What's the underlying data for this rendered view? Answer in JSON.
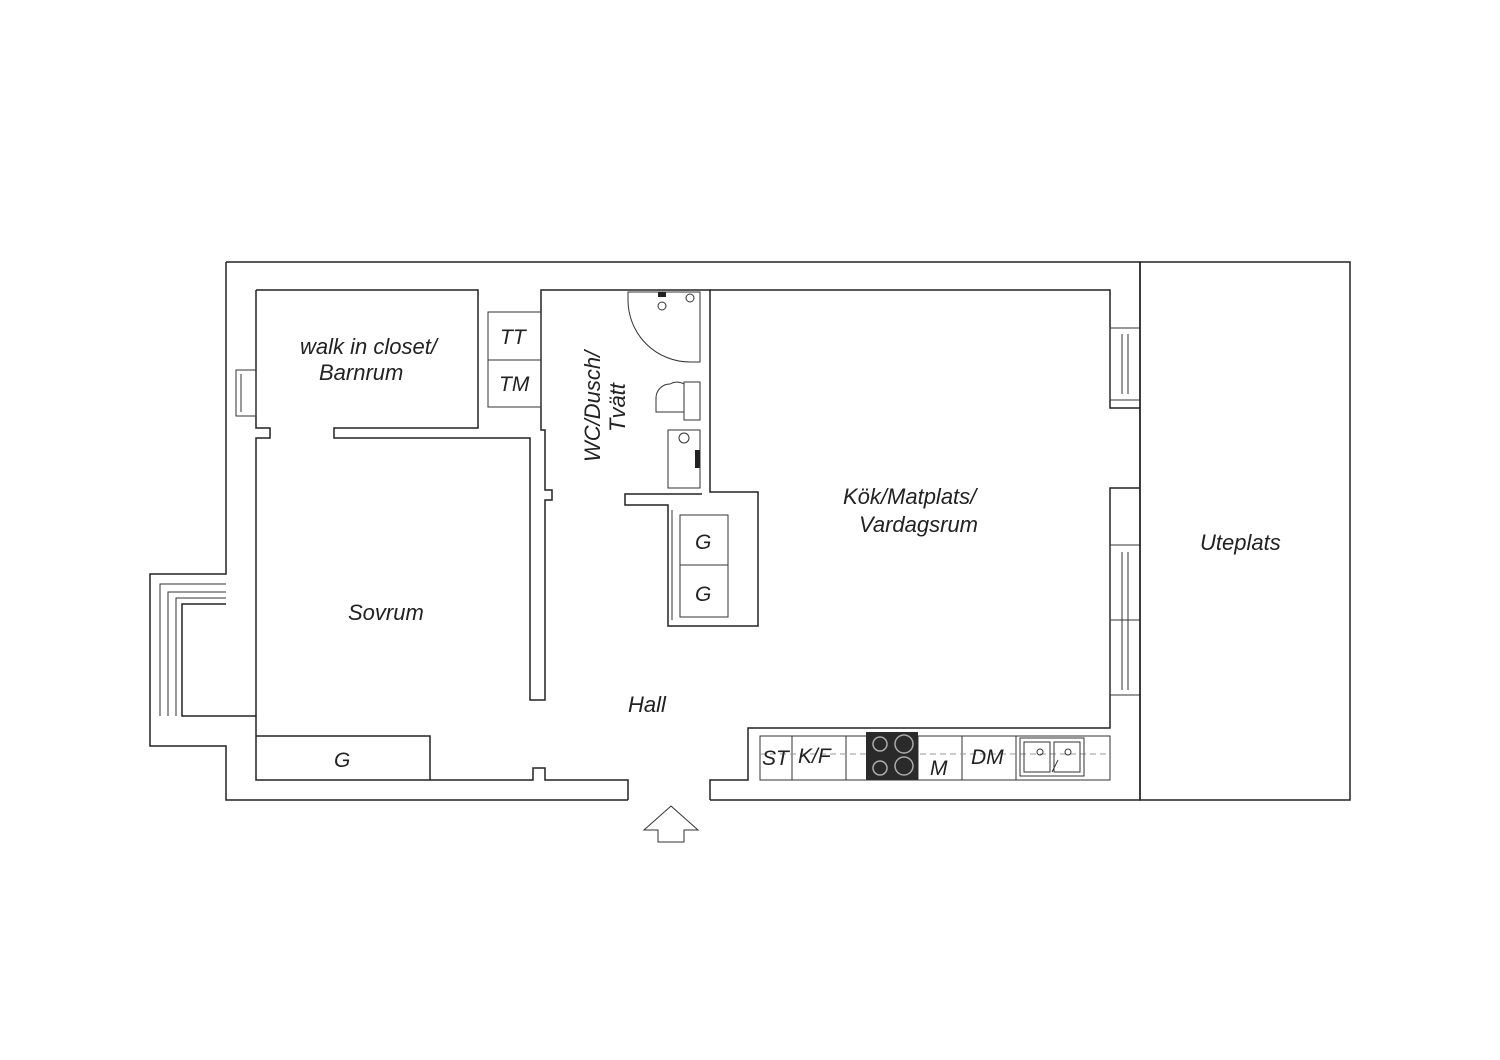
{
  "rooms": {
    "walk_in_closet_line1": "walk in closet/",
    "walk_in_closet_line2": "Barnrum",
    "wc_line1": "WC/Dusch/",
    "wc_line2": "Tvätt",
    "kitchen_line1": "Kök/Matplats/",
    "kitchen_line2": "Vardagsrum",
    "patio": "Uteplats",
    "bedroom": "Sovrum",
    "hall": "Hall"
  },
  "fixtures": {
    "tt": "TT",
    "tm": "TM",
    "wardrobe_hall_1": "G",
    "wardrobe_hall_2": "G",
    "wardrobe_bedroom": "G",
    "st": "ST",
    "kf": "K/F",
    "m": "M",
    "dm": "DM"
  }
}
